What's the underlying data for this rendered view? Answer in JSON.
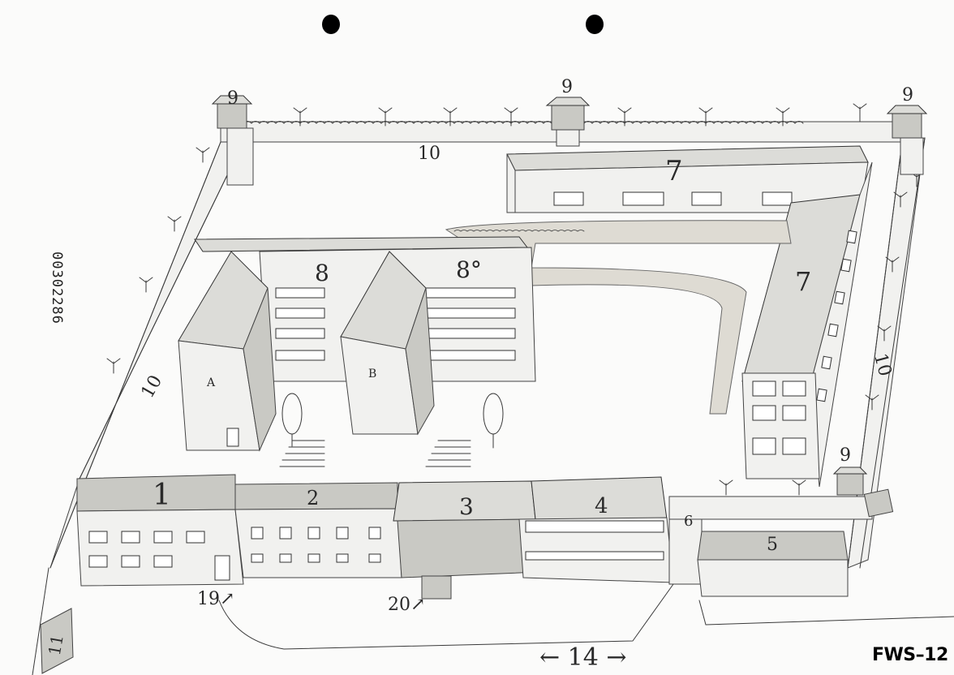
{
  "labels": {
    "building_1": "1",
    "building_2": "2",
    "building_3": "3",
    "building_4": "4",
    "building_5": "5",
    "building_6": "6",
    "building_7_north": "7",
    "building_7_east": "7",
    "building_8_left": "8",
    "building_8_right": "8°",
    "tower_9_nw": "9",
    "tower_9_n": "9",
    "tower_9_ne": "9",
    "tower_9_se": "9",
    "wall_10_north": "10",
    "wall_10_west": "10",
    "wall_10_east": "10",
    "gate_11": "11",
    "road_14": "← 14 →",
    "entrance_19": "19↗",
    "entrance_20": "20↗",
    "wing_a": "A",
    "wing_b": "B"
  },
  "side_number": "00302286",
  "doc_code": "FWS–12"
}
